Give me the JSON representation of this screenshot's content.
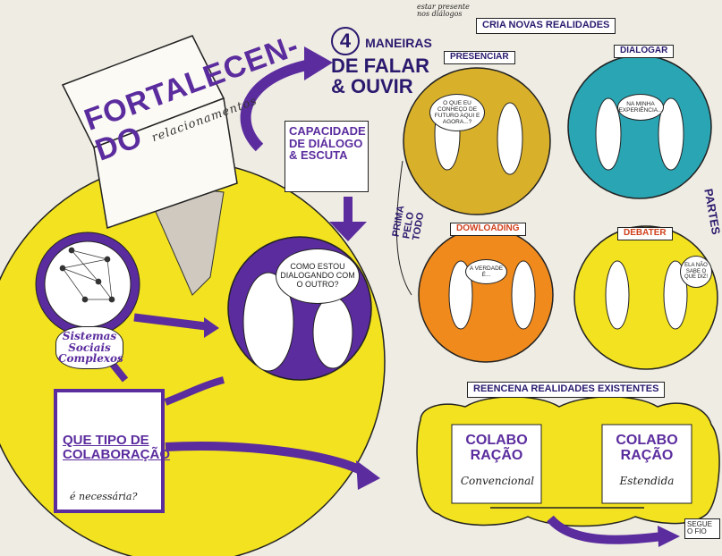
{
  "header": {
    "four": "4",
    "maneiras": "MANEIRAS",
    "de_falar": "DE FALAR",
    "e_ouvir": "& OUVIR",
    "estar_presente": "estar presente nos diálogos",
    "cria_novas": "CRIA NOVAS REALIDADES",
    "reencena": "REENCENA REALIDADES EXISTENTES"
  },
  "quadrants": {
    "presenciar": "PRESENCIAR",
    "dialogar": "DIALOGAR",
    "downloading": "DOWLOADING",
    "debater": "DEBATER",
    "presenciar_bubble": "O QUE EU CONHEÇO DE FUTURO AQUI E AGORA...?",
    "dialogar_bubble": "NA MINHA EXPERIÊNCIA...",
    "downloading_bubble": "A VERDADE É...",
    "debater_bubble": "ELA NÃO SABE O QUE DIZ!",
    "side_left": "PRIMA PELO TODO",
    "side_right": "PARTES"
  },
  "left": {
    "title_line1": "FORTALECEN-",
    "title_line2": "DO",
    "title_small": "relacionamentos",
    "capacidade": "CAPACIDADE DE DIÁLOGO & ESCUTA",
    "thought": "COMO ESTOU DIALOGANDO COM O OUTRO?",
    "sistemas": "Sistemas Sociais Complexos",
    "que_tipo": "QUE TIPO DE COLABORAÇÃO",
    "necessaria": "é necessária?"
  },
  "bottom": {
    "colab1_title": "COLABO RAÇÃO",
    "colab1_sub": "Convencional",
    "colab2_title": "COLABO RAÇÃO",
    "colab2_sub": "Estendida",
    "segue": "SEGUE O FIO"
  },
  "colors": {
    "yellow": "#f2e21f",
    "purple": "#5b2c9e",
    "teal": "#2aa5b3",
    "orange": "#f08a1c",
    "gold": "#d9b02a",
    "ink": "#2a1a6e"
  }
}
